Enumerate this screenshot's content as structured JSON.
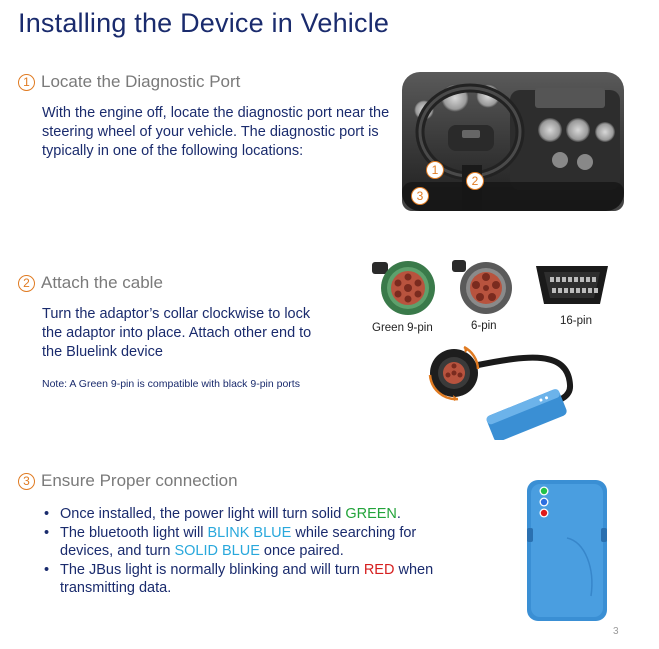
{
  "title": "Installing the Device in Vehicle",
  "steps": [
    {
      "num": "1",
      "heading": "Locate the Diagnostic Port",
      "body": "With the engine off, locate the diagnostic port near the steering wheel of your vehicle. The diagnostic port is typically in one of the following locations:"
    },
    {
      "num": "2",
      "heading": "Attach the cable",
      "body": "Turn the adaptor’s collar clockwise to lock the adaptor into place.  Attach other end to the Bluelink device",
      "note": "Note: A Green 9-pin is compatible with black 9-pin ports"
    },
    {
      "num": "3",
      "heading": "Ensure Proper connection",
      "bullets": [
        {
          "a": "Once installed, the power light will turn solid ",
          "b": "GREEN",
          "c": "."
        },
        {
          "a": "The bluetooth light will ",
          "b": "BLINK BLUE",
          "c": " while searching for devices, and turn ",
          "d": "SOLID BLUE",
          "e": " once paired."
        },
        {
          "a": "The JBus light is normally blinking and will turn ",
          "b": "RED",
          "c": " when transmitting data."
        }
      ]
    }
  ],
  "dash_markers": [
    "1",
    "2",
    "3"
  ],
  "connectors": {
    "green9": "Green 9-pin",
    "six": "6-pin",
    "sixteen": "16-pin"
  },
  "page_number": "3",
  "colors": {
    "title": "#1a2b6d",
    "accent": "#e07b22",
    "green": "#22a33a",
    "blue": "#29a8dc",
    "red": "#d61f1f",
    "device": "#3a8fd4"
  }
}
